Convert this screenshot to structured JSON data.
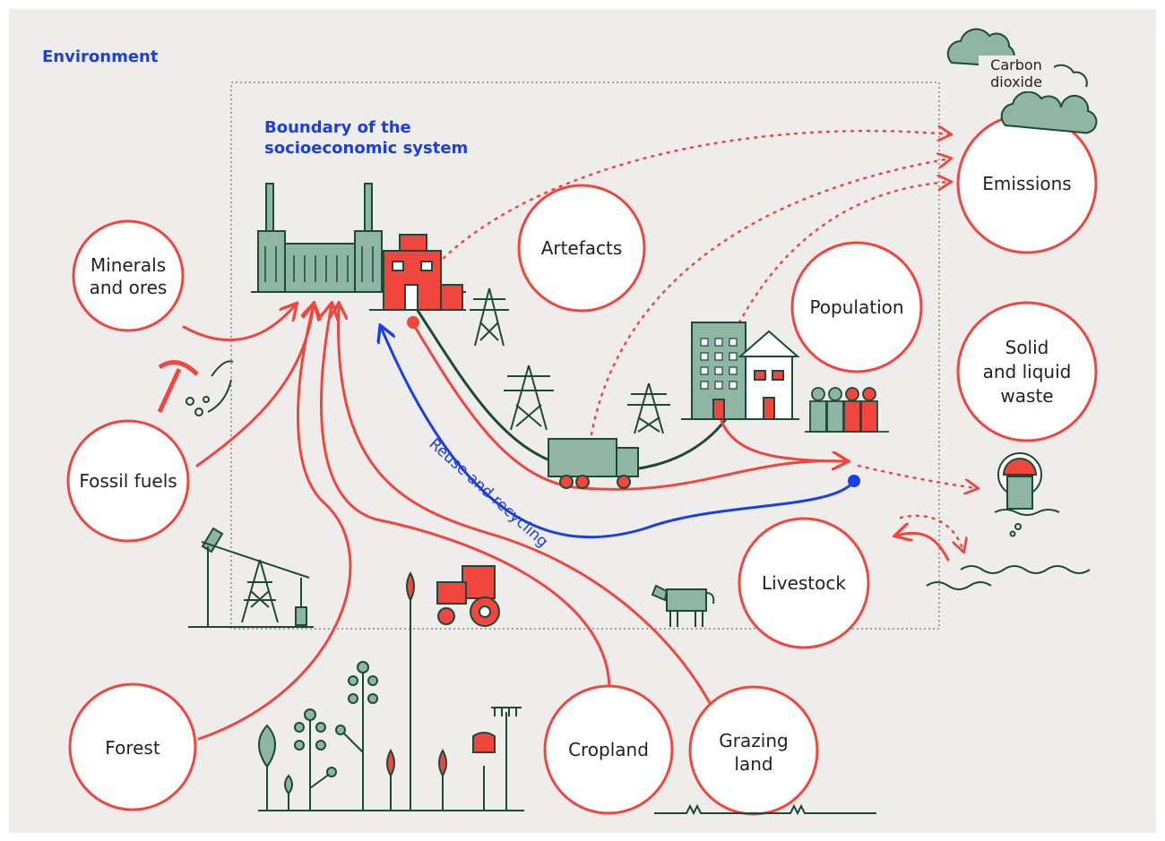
{
  "environment_label": "Environment",
  "boundary_label": [
    "Boundary of the",
    "socioeconomic system"
  ],
  "carbon_label": [
    "Carbon",
    "dioxide"
  ],
  "reuse_label": "Reuse and recycling",
  "nodes": {
    "minerals": [
      "Minerals",
      "and ores"
    ],
    "fossil": [
      "Fossil fuels"
    ],
    "forest": [
      "Forest"
    ],
    "cropland": [
      "Cropland"
    ],
    "grazing": [
      "Grazing",
      "land"
    ],
    "livestock": [
      "Livestock"
    ],
    "artefacts": [
      "Artefacts"
    ],
    "population": [
      "Population"
    ],
    "emissions": [
      "Emissions"
    ],
    "waste": [
      "Solid",
      "and liquid",
      "waste"
    ]
  },
  "colors": {
    "accent_red": "#f0463e",
    "accent_blue": "#1a3ee8",
    "dark_green": "#1c4a3a",
    "sage": "#8fb5a4",
    "background": "#efedeb"
  }
}
